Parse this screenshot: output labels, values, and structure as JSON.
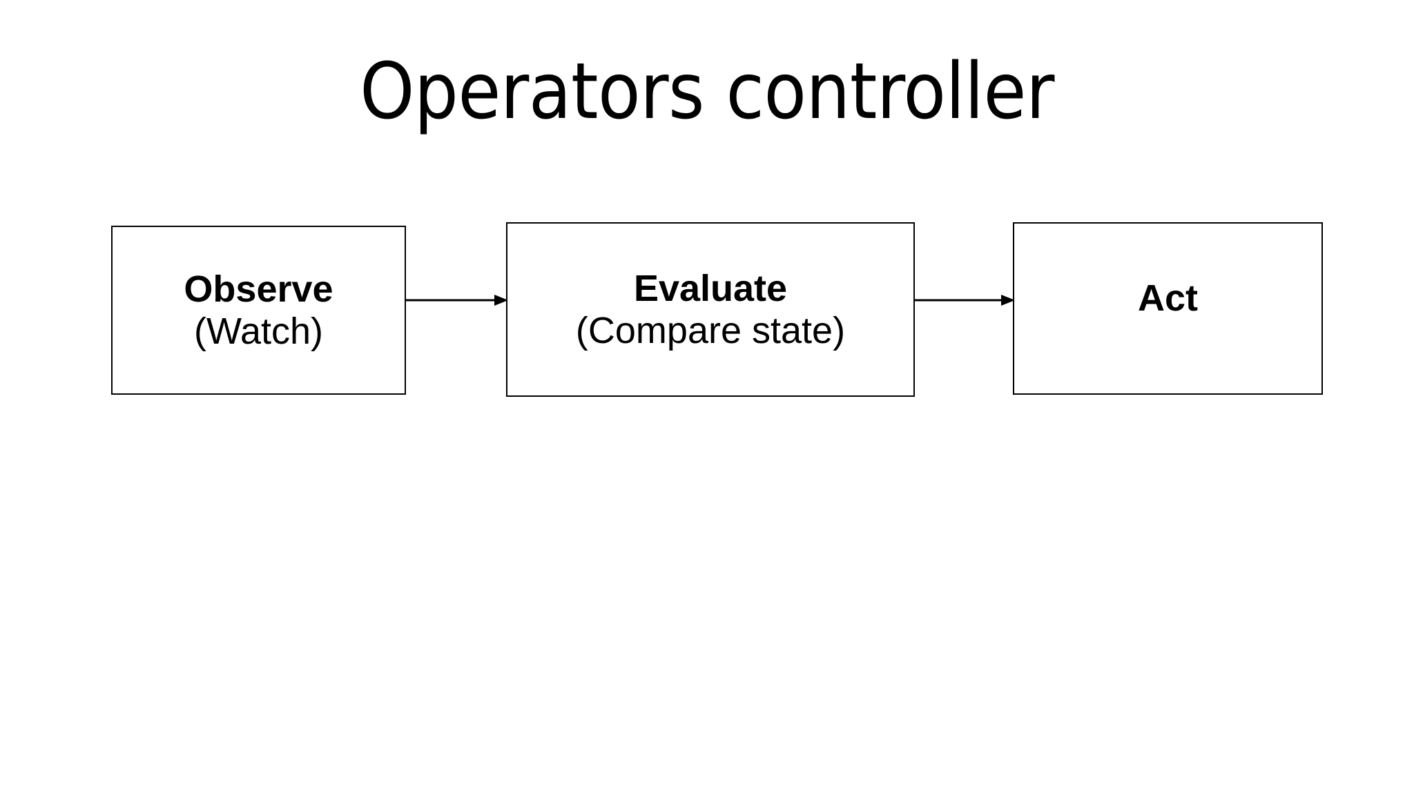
{
  "slide": {
    "title": "Operators controller",
    "background_color": "#ffffff",
    "text_color": "#000000"
  },
  "diagram": {
    "type": "flowchart",
    "orientation": "left-to-right",
    "box_border_color": "#000000",
    "box_fill_color": "#ffffff",
    "arrow_color": "#000000",
    "nodes": [
      {
        "id": "observe",
        "title": "Observe",
        "subtitle": "(Watch)"
      },
      {
        "id": "evaluate",
        "title": "Evaluate",
        "subtitle": "(Compare state)"
      },
      {
        "id": "act",
        "title": "Act",
        "subtitle": ""
      }
    ],
    "edges": [
      {
        "id": "observe-evaluate",
        "from": "observe",
        "to": "evaluate",
        "style": "solid-arrow"
      },
      {
        "id": "evaluate-act",
        "from": "evaluate",
        "to": "act",
        "style": "solid-arrow"
      }
    ]
  }
}
